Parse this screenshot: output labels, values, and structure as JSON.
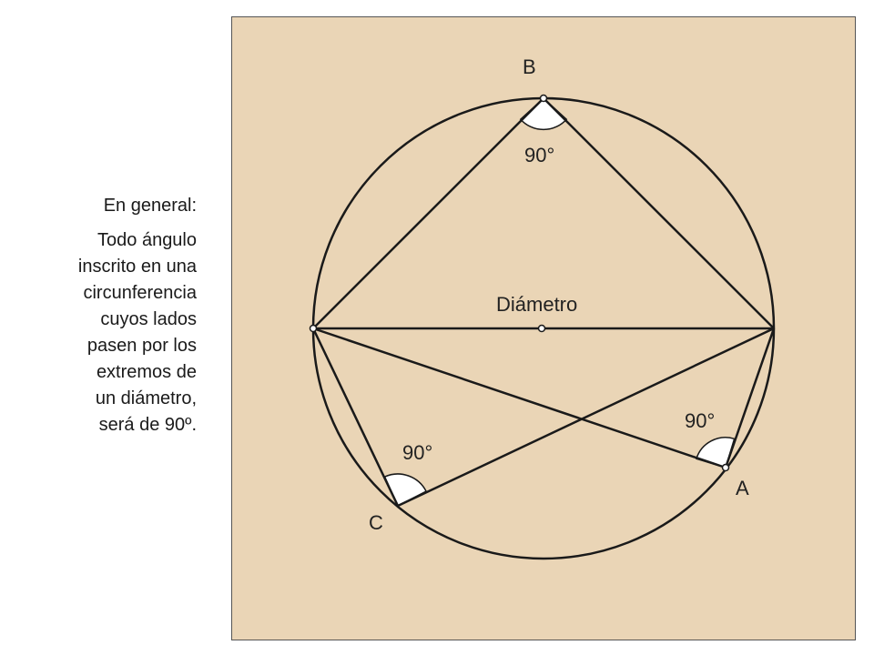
{
  "text": {
    "heading": "En general:",
    "body_lines": [
      "Todo ángulo",
      "inscrito en una",
      "circunferencia",
      "cuyos lados",
      "pasen por los",
      "extremos de",
      "un diámetro,",
      "será de 90º."
    ]
  },
  "diagram": {
    "label_b": "B",
    "label_a": "A",
    "label_c": "C",
    "label_diameter": "Diámetro",
    "angle_b": "90°",
    "angle_a": "90°",
    "angle_c": "90°"
  },
  "colors": {
    "panel_background": "#ead5b6",
    "stroke": "#1a1a1a",
    "arc_fill": "#ffffff"
  }
}
